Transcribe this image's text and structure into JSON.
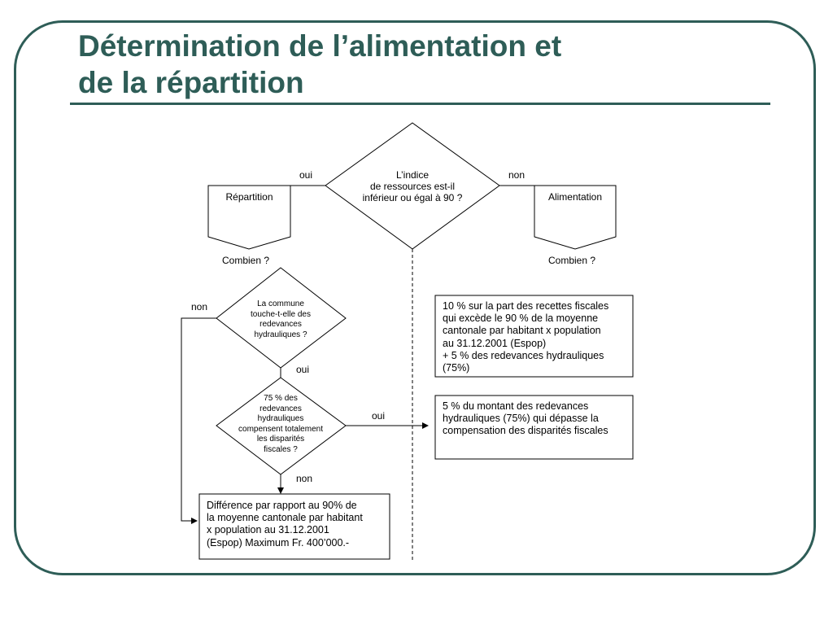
{
  "slide": {
    "title_line1": "Détermination de l’alimentation et",
    "title_line2": "de la répartition"
  },
  "diagram": {
    "decision_main": {
      "line1": "L’indice",
      "line2": "de ressources est-il",
      "line3": "inférieur ou égal à 90 ?"
    },
    "label_oui_main": "oui",
    "label_non_main": "non",
    "repartition": {
      "title": "Répartition",
      "question": "Combien ?"
    },
    "alimentation": {
      "title": "Alimentation",
      "question": "Combien ?"
    },
    "decision_hydro": {
      "line1": "La commune",
      "line2": "touche-t-elle des",
      "line3": "redevances",
      "line4": "hydrauliques ?"
    },
    "label_non_hydro": "non",
    "label_oui_hydro": "oui",
    "decision_compensation": {
      "line1": "75 % des",
      "line2": "redevances",
      "line3": "hydrauliques",
      "line4": "compensent totalement",
      "line5": "les  disparités",
      "line6": "fiscales ?"
    },
    "label_oui_compensation": "oui",
    "label_non_compensation": "non",
    "box_alimentation_rule": {
      "line1": "10 % sur la part des recettes fiscales",
      "line2": "qui excède le 90 % de la moyenne",
      "line3": "cantonale par habitant x population",
      "line4": "au 31.12.2001 (Espop)",
      "line5": "+ 5 % des redevances hydrauliques",
      "line6": "(75%)"
    },
    "box_hydro_rule": {
      "line1": "5 %  du montant des redevances",
      "line2": "hydrauliques (75%) qui dépasse la",
      "line3": "compensation des disparités fiscales"
    },
    "box_difference": {
      "line1": "Différence par rapport au 90% de",
      "line2": "la moyenne cantonale par habitant",
      "line3": "x population au 31.12.2001",
      "line4": "(Espop) Maximum Fr. 400’000.-"
    }
  }
}
